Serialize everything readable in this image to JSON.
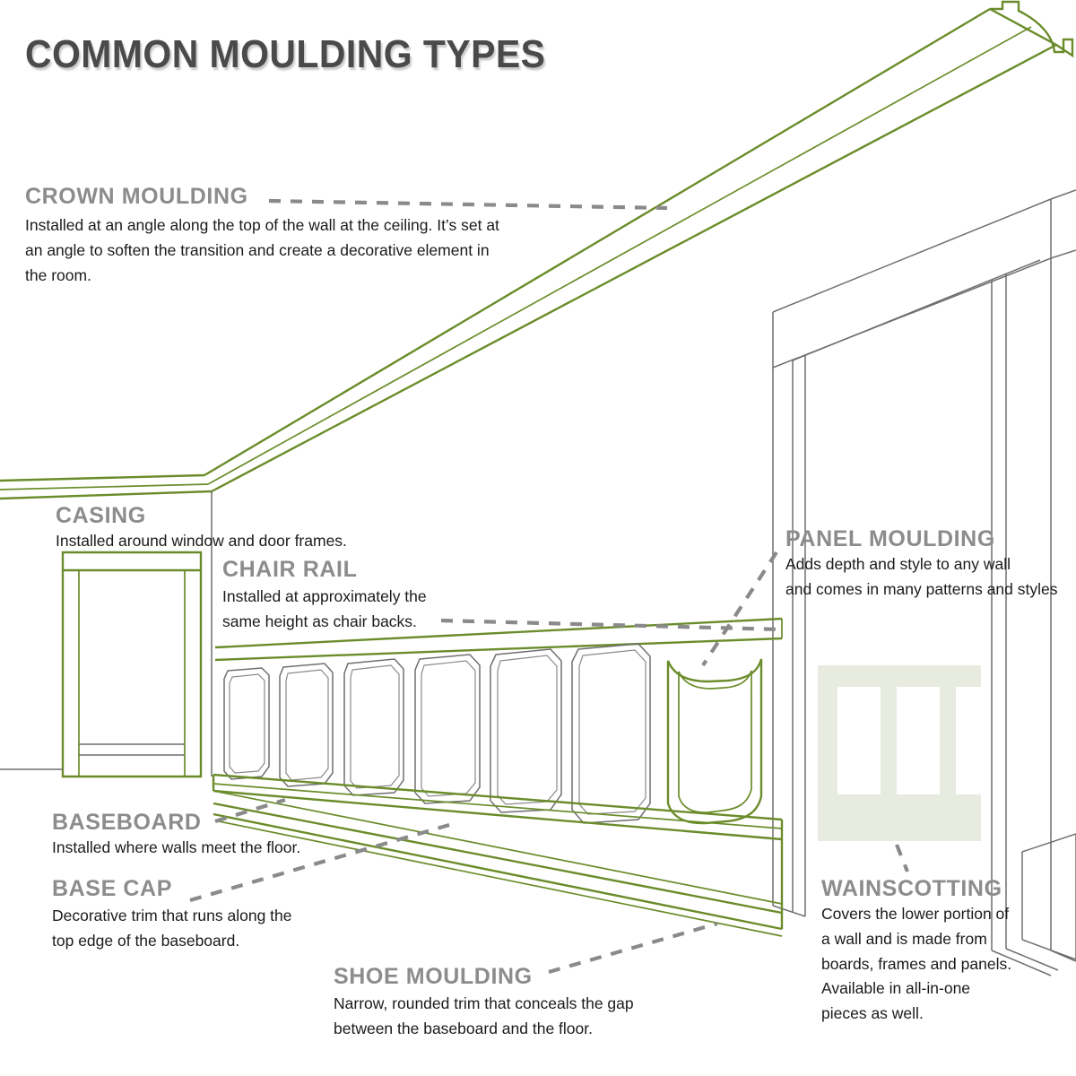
{
  "title": "COMMON MOULDING TYPES",
  "colors": {
    "moulding_green": "#6b8c2a",
    "heading_gray": "#8c8c8c",
    "body_text": "#1b1b1b",
    "line_gray": "#6f6f6f",
    "leader_gray": "#8a8a8a",
    "wainscot_fill": "#e8ebe0",
    "title_gray": "#4a4a4a",
    "background": "#ffffff"
  },
  "labels": {
    "crown": {
      "heading": "CROWN MOULDING",
      "lines": [
        "Installed at an angle along the top of the wall at the ceiling.  It’s set at",
        "an angle to soften the transition and create a decorative element in",
        "the room."
      ]
    },
    "casing": {
      "heading": "CASING",
      "lines": [
        "Installed around window and door frames."
      ]
    },
    "chair_rail": {
      "heading": "CHAIR RAIL",
      "lines": [
        "Installed at approximately the",
        "same height as chair backs."
      ]
    },
    "panel_moulding": {
      "heading": "PANEL MOULDING",
      "lines": [
        "Adds depth and style to any wall",
        "and comes in many patterns and styles"
      ]
    },
    "baseboard": {
      "heading": "BASEBOARD",
      "lines": [
        "Installed where walls meet the floor."
      ]
    },
    "base_cap": {
      "heading": "BASE CAP",
      "lines": [
        "Decorative trim that runs along the",
        "top edge of the baseboard."
      ]
    },
    "shoe_moulding": {
      "heading": "SHOE MOULDING",
      "lines": [
        "Narrow, rounded trim that conceals the gap",
        "between the baseboard and the floor."
      ]
    },
    "wainscotting": {
      "heading": "WAINSCOTTING",
      "lines": [
        "Covers the lower portion of",
        "a wall and is made from",
        "boards, frames and panels.",
        "Available in all-in-one",
        "pieces as well."
      ]
    }
  },
  "diagram": {
    "description": "Isometric cutaway of a room corner showing eight moulding types",
    "highlighted_elements": [
      "crown-moulding-strip",
      "casing-frame",
      "chair-rail-band",
      "panel-moulding-panel",
      "baseboard-band",
      "base-cap-line",
      "shoe-moulding-line"
    ],
    "wainscot_panel_count": 7
  }
}
